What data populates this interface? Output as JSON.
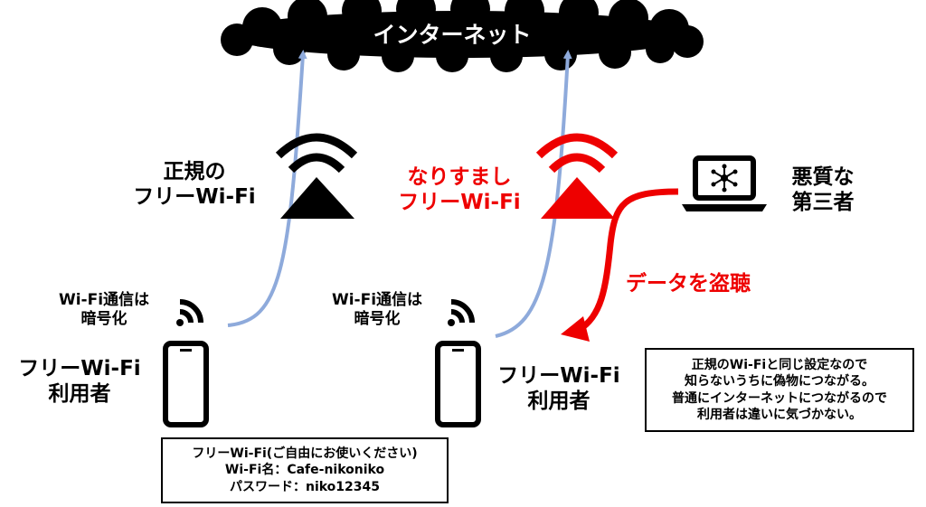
{
  "cloud": {
    "label": "インターネット"
  },
  "legit_ap": {
    "line1": "正規の",
    "line2": "フリーWi-Fi"
  },
  "fake_ap": {
    "line1": "なりすまし",
    "line2": "フリーWi-Fi"
  },
  "attacker": {
    "line1": "悪質な",
    "line2": "第三者"
  },
  "eavesdrop": {
    "label": "データを盗聴"
  },
  "left_user": {
    "enc_line1": "Wi-Fi通信は",
    "enc_line2": "暗号化",
    "name_line1": "フリーWi-Fi",
    "name_line2": "利用者"
  },
  "right_user": {
    "enc_line1": "Wi-Fi通信は",
    "enc_line2": "暗号化",
    "name_line1": "フリーWi-Fi",
    "name_line2": "利用者"
  },
  "explanation_box": {
    "line1": "正規のWi-Fiと同じ設定なので",
    "line2": "知らないうちに偽物につながる。",
    "line3": "普通にインターネットにつながるので",
    "line4": "利用者は違いに気づかない。"
  },
  "wifi_info_box": {
    "line1": "フリーWi-Fi(ご自由にお使いください)",
    "line2": "Wi-Fi名：Cafe-nikoniko",
    "line3": "パスワード：niko12345"
  },
  "colors": {
    "cloud": "#000000",
    "link_arrow": "#8eaadb",
    "fake": "#ee0000",
    "legit": "#000000"
  },
  "icons": [
    "cloud-shape",
    "wifi-access-point-icon",
    "laptop-network-icon",
    "smartphone-icon",
    "wifi-signal-icon"
  ]
}
